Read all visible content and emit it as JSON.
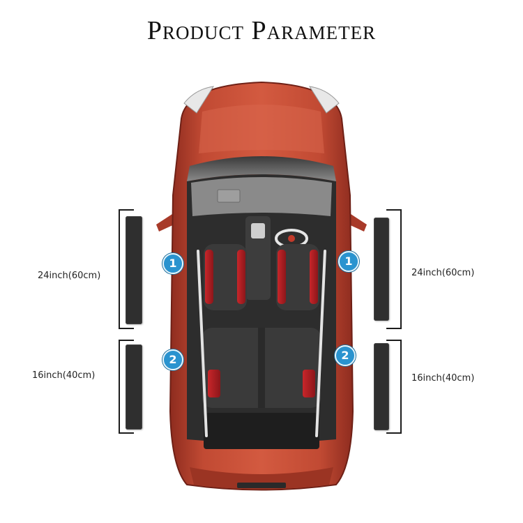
{
  "title": "Product Parameter",
  "dimensions": {
    "front_strip": "24inch(60cm)",
    "rear_strip": "16inch(40cm)"
  },
  "markers": {
    "front": "1",
    "rear": "2"
  },
  "colors": {
    "car_body": "#b8412e",
    "strip": "#2f2f2f",
    "marker": "#2a93cf"
  }
}
